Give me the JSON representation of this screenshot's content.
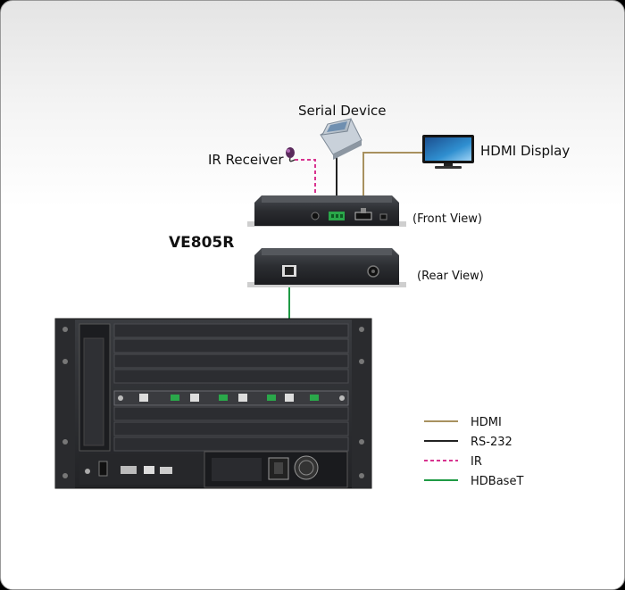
{
  "labels": {
    "serial_device": "Serial Device",
    "hdmi_display": "HDMI Display",
    "ir_receiver": "IR Receiver",
    "model": "VE805R",
    "front_view": "(Front View)",
    "rear_view": "(Rear View)"
  },
  "legend": {
    "items": [
      {
        "label": "HDMI",
        "color": "#a8915f",
        "style": "solid"
      },
      {
        "label": "RS-232",
        "color": "#222222",
        "style": "solid"
      },
      {
        "label": "IR",
        "color": "#d8338f",
        "style": "dashed"
      },
      {
        "label": "HDBaseT",
        "color": "#1f9a45",
        "style": "solid"
      }
    ]
  },
  "colors": {
    "hdmi": "#a8915f",
    "rs232": "#222222",
    "ir": "#d8338f",
    "hdbaset": "#1f9a45",
    "device_body": "#2d2f33",
    "port_green": "#2aa84a"
  },
  "icons": {
    "serial_device": "serial-device-icon",
    "hdmi_display": "monitor-icon",
    "ir_receiver": "ir-receiver-icon",
    "chassis": "matrix-chassis-icon"
  }
}
